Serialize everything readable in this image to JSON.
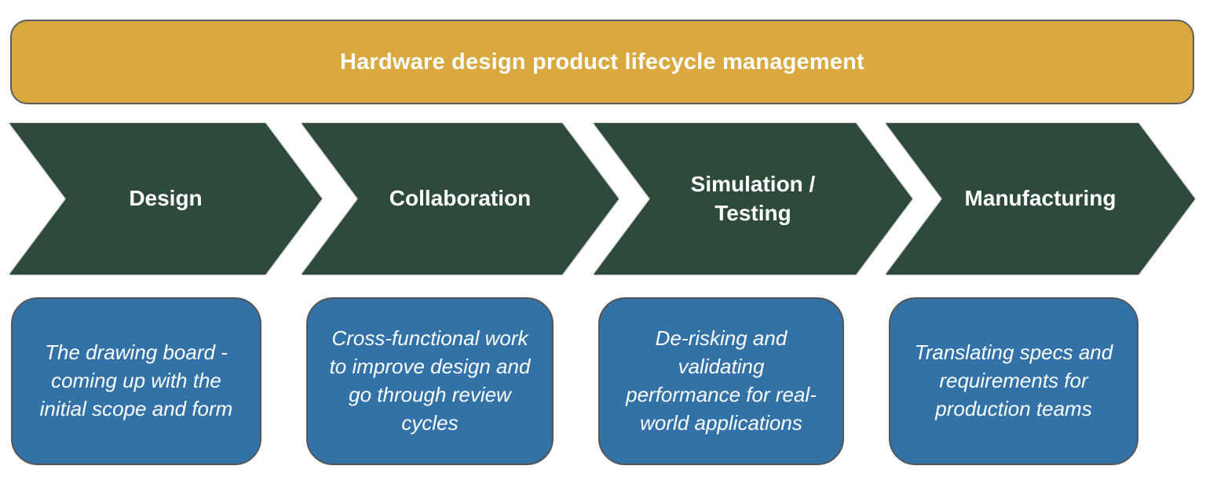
{
  "banner": {
    "title": "Hardware design product lifecycle management"
  },
  "stages": [
    {
      "label": "Design",
      "description": "The drawing board - coming up with the initial scope and form"
    },
    {
      "label": "Collaboration",
      "description": "Cross-functional work to improve design and go through review cycles"
    },
    {
      "label": "Simulation / Testing",
      "description": "De-risking and validating performance for real-world applications"
    },
    {
      "label": "Manufacturing",
      "description": "Translating specs and requirements for production teams"
    }
  ],
  "colors": {
    "banner_bg": "#D9A83F",
    "chevron_bg": "#2E4A3B",
    "card_bg": "#3372A7",
    "outline_gray": "#555555",
    "text": "#FFFFFF"
  }
}
